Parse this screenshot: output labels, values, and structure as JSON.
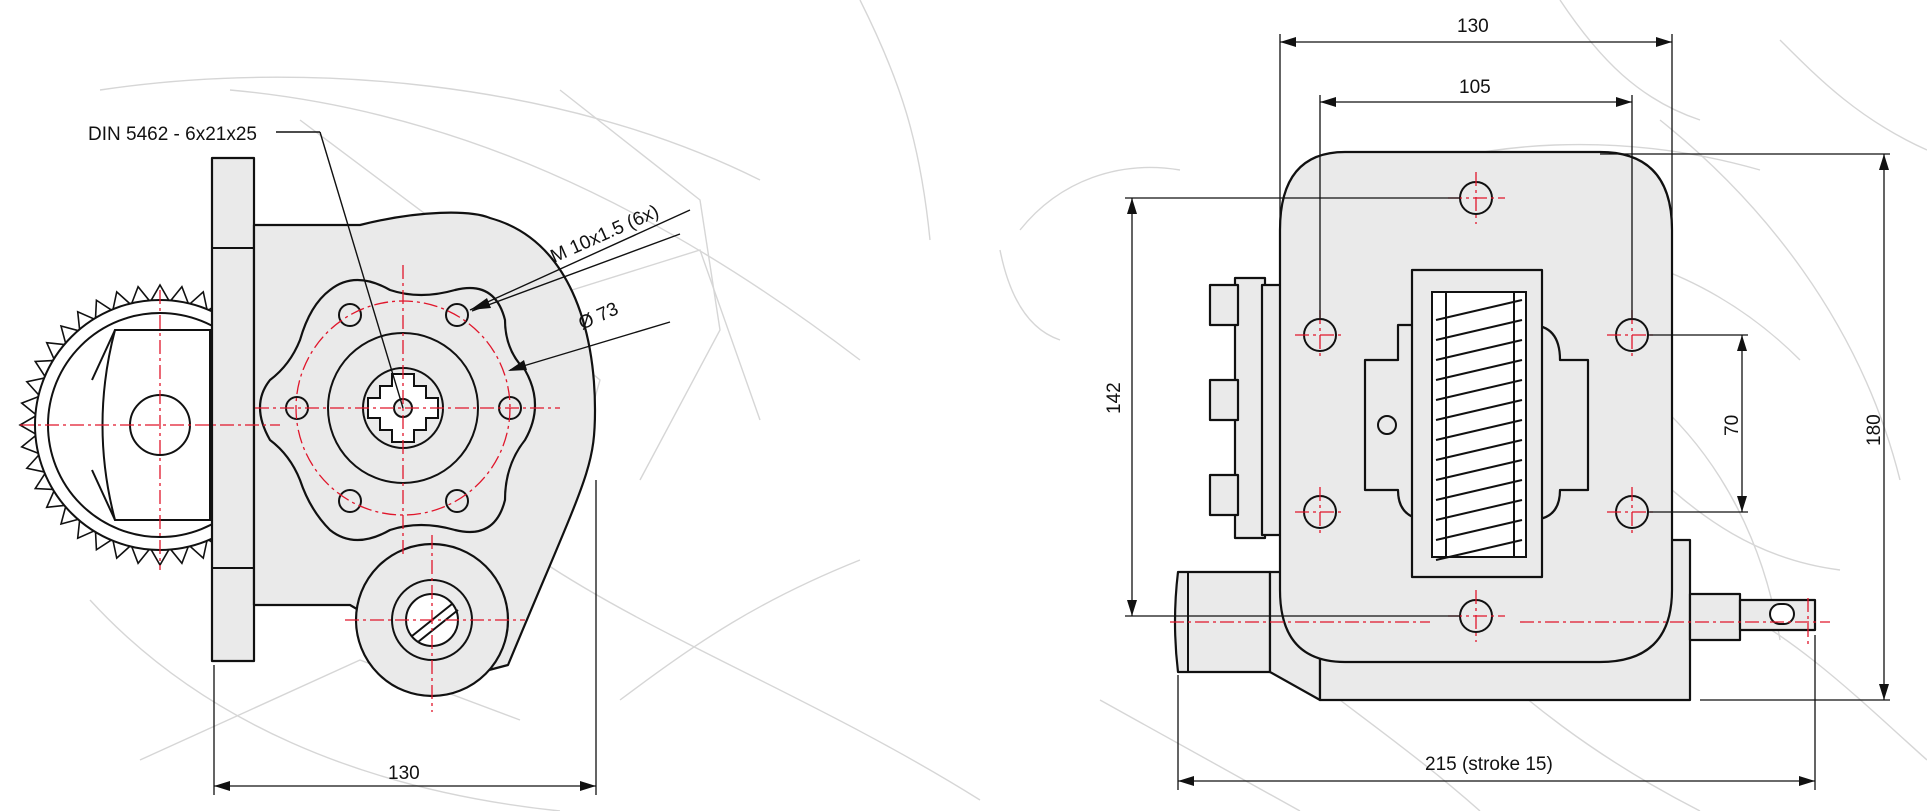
{
  "left_view": {
    "spline_label": "DIN 5462 - 6x21x25",
    "thread_label": "M 10x1.5 (6x)",
    "bolt_circle_label": "Ø 73",
    "width_label": "130"
  },
  "right_view": {
    "top_width_label": "130",
    "inner_width_label": "105",
    "vertical_spacing_label": "142",
    "inner_spacing_label": "70",
    "height_label": "180",
    "length_label": "215 (stroke 15)"
  },
  "colors": {
    "body_fill": "#eaeaea",
    "outline": "#111111",
    "centerline": "#e0162b",
    "background_sketch": "#d6d6d6"
  }
}
